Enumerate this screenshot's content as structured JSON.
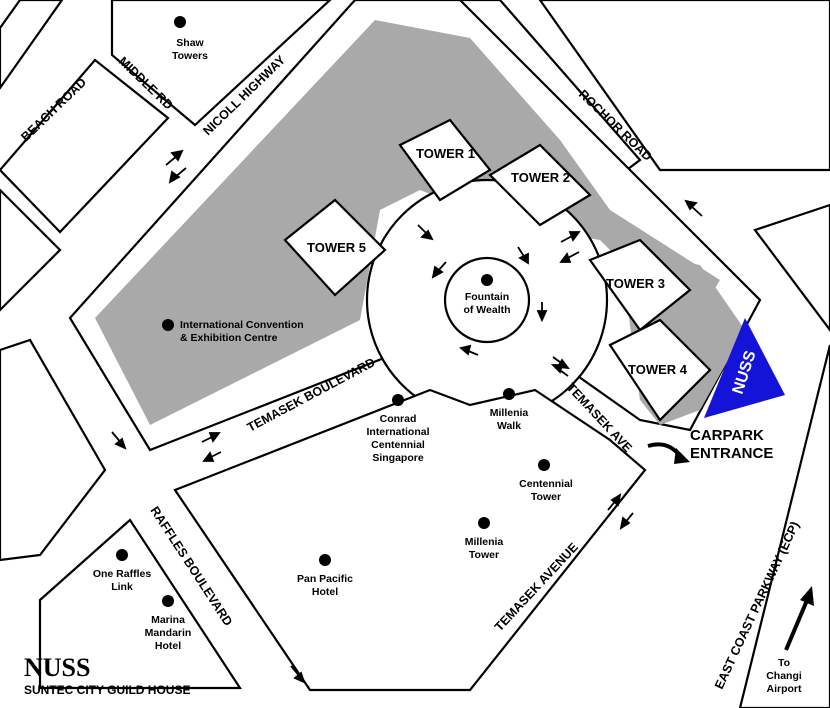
{
  "roads": {
    "beach_road": "BEACH ROAD",
    "middle_rd": "MIDDLE RD",
    "nicoll_highway": "NICOLL HIGHWAY",
    "rochor_road": "ROCHOR ROAD",
    "temasek_boulevard": "TEMASEK BOULEVARD",
    "temasek_ave": "TEMASEK AVE",
    "temasek_avenue": "TEMASEK AVENUE",
    "raffles_boulevard": "RAFFLES BOULEVARD",
    "east_coast_parkway": "EAST COAST PARKWAY (ECP)"
  },
  "towers": {
    "t1": "TOWER 1",
    "t2": "TOWER 2",
    "t3": "TOWER 3",
    "t4": "TOWER 4",
    "t5": "TOWER 5"
  },
  "places": {
    "shaw_l1": "Shaw",
    "shaw_l2": "Towers",
    "icec_l1": "International Convention",
    "icec_l2": "& Exhibition Centre",
    "fountain_l1": "Fountain",
    "fountain_l2": "of  Wealth",
    "conrad_l1": "Conrad",
    "conrad_l2": "International",
    "conrad_l3": "Centennial",
    "conrad_l4": "Singapore",
    "mwalk_l1": "Millenia",
    "mwalk_l2": "Walk",
    "centennial_l1": "Centennial",
    "centennial_l2": "Tower",
    "mtower_l1": "Millenia",
    "mtower_l2": "Tower",
    "panpac_l1": "Pan Pacific",
    "panpac_l2": "Hotel",
    "oneraffles_l1": "One Raffles",
    "oneraffles_l2": "Link",
    "marina_l1": "Marina",
    "marina_l2": "Mandarin",
    "marina_l3": "Hotel"
  },
  "nuss_marker": "NUSS",
  "carpark": {
    "line1": "CARPARK",
    "line2": "ENTRANCE"
  },
  "changi": {
    "line1": "To",
    "line2": "Changi",
    "line3": "Airport"
  },
  "footer": {
    "title": "NUSS",
    "subtitle": "SUNTEC CITY GUILD HOUSE"
  },
  "colors": {
    "highlight_blue": "#1414d8",
    "building_gray": "#a9a9a9"
  }
}
